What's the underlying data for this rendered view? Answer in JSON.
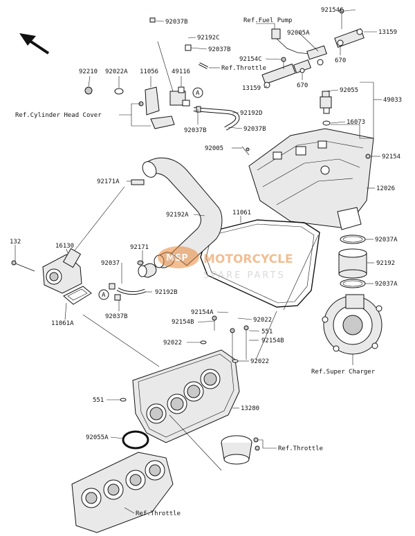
{
  "watermark": {
    "title": "MOTORCYCLE",
    "subtitle": "SPARE PARTS",
    "badge": "MSP",
    "color": "#e8893a"
  },
  "callouts": {
    "circle_a_top": "A",
    "circle_a_left": "A"
  },
  "labels": {
    "p92037B_top": "92037B",
    "p92192C": "92192C",
    "p92037B_2": "92037B",
    "ref_throttle_top": "Ref.Throttle",
    "ref_fuel_pump": "Ref.Fuel Pump",
    "p92154C_top": "92154C",
    "p92005A": "92005A",
    "p13159_top": "13159",
    "p670_right": "670",
    "p92154C_mid": "92154C",
    "p13159_mid": "13159",
    "p670_mid": "670",
    "p92210": "92210",
    "p92022A": "92022A",
    "p11056": "11056",
    "p49116": "49116",
    "ref_cyl_head": "Ref.Cylinder Head Cover",
    "p92037B_mid": "92037B",
    "p92192D": "92192D",
    "p92037B_4": "92037B",
    "p92055": "92055",
    "p49033": "49033",
    "p16073": "16073",
    "p92005": "92005",
    "p92154_right": "92154",
    "p92171A": "92171A",
    "p12026": "12026",
    "p92192A": "92192A",
    "p11061": "11061",
    "p92037A_1": "92037A",
    "p132": "132",
    "p16130": "16130",
    "p92171": "92171",
    "p92192": "92192",
    "p92037": "92037",
    "p92037A_2": "92037A",
    "p92192B": "92192B",
    "p92037B_low": "92037B",
    "p11061A": "11061A",
    "p92154A": "92154A",
    "p92154B_1": "92154B",
    "p92022_1": "92022",
    "p551_1": "551",
    "p92022_2": "92022",
    "p92154B_2": "92154B",
    "p92022_3": "92022",
    "ref_super_charger": "Ref.Super Charger",
    "p551_2": "551",
    "p13280": "13280",
    "p92055A": "92055A",
    "ref_throttle_right": "Ref.Throttle",
    "ref_throttle_bottom": "Ref.Throttle"
  }
}
